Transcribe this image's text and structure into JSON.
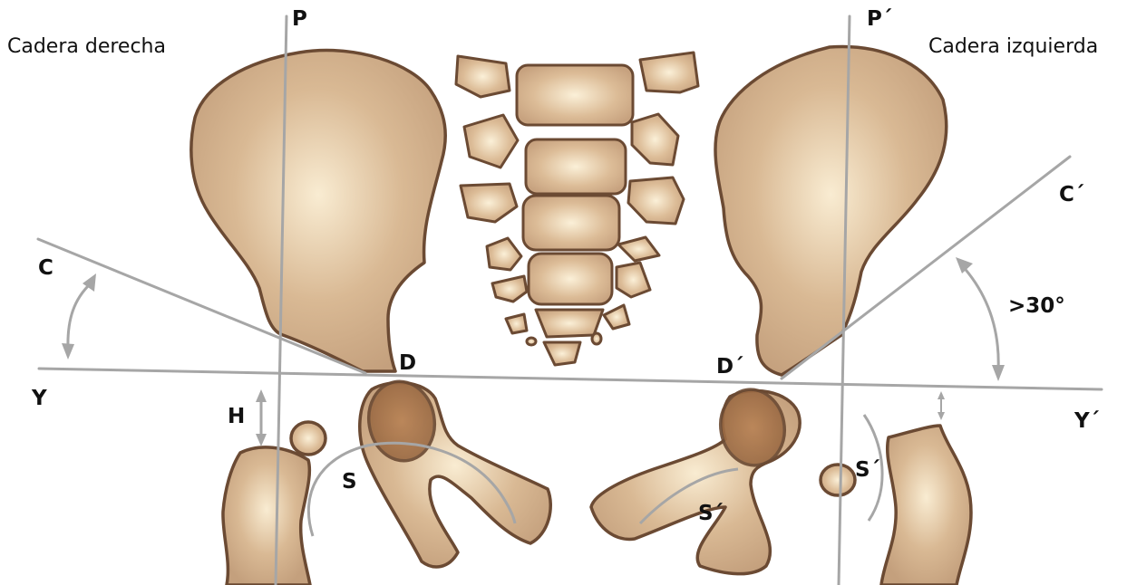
{
  "titles": {
    "right_hip": "Cadera derecha",
    "left_hip": "Cadera izquierda"
  },
  "labels": {
    "p": "P",
    "p_prime": "P´",
    "c": "C",
    "c_prime": "C´",
    "y": "Y",
    "y_prime": "Y´",
    "d": "D",
    "d_prime": "D´",
    "h": "H",
    "s_right": "S",
    "s_prime_left_femur": "S´",
    "s_prime_left_ischium": "S´",
    "angle": ">30°"
  },
  "colors": {
    "bone_fill_light": "#f7e8cc",
    "bone_fill_dark": "#c5a07c",
    "bone_outline": "#6b4a33",
    "femoral_head": "#9a6a45",
    "reference_lines": "#a6a6a6"
  }
}
